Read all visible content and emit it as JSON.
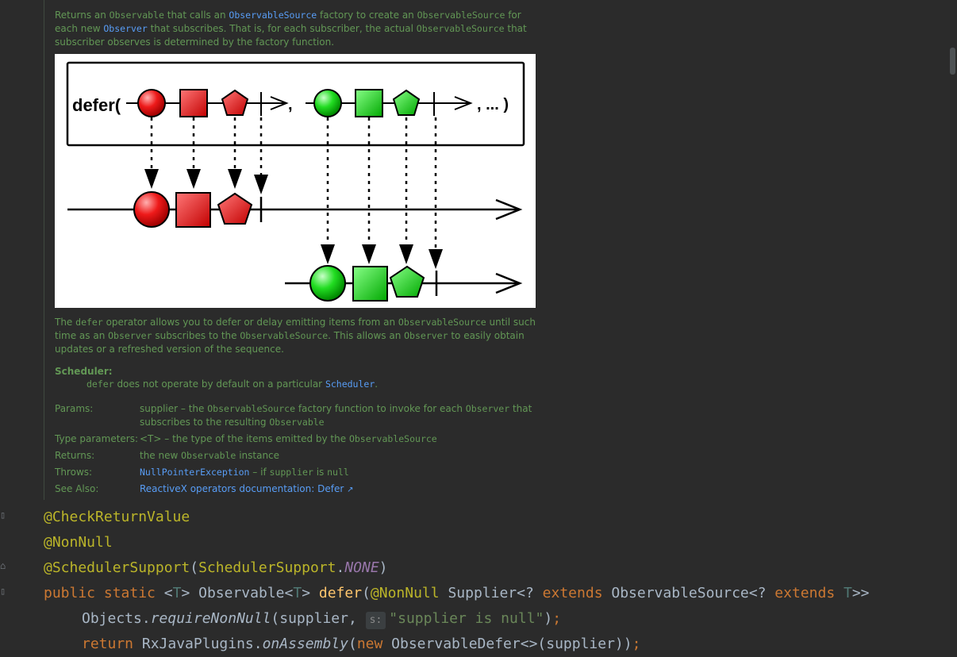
{
  "doc": {
    "p1": {
      "t1": "Returns an ",
      "c1": "Observable",
      "t2": " that calls an ",
      "l1": "ObservableSource",
      "t3": " factory to create an ",
      "c2": "ObservableSource",
      "t4": " for each new ",
      "l2": "Observer",
      "t5": " that subscribes. That is, for each subscriber, the actual ",
      "c3": "ObservableSource",
      "t6": " that subscriber observes is determined by the factory function."
    },
    "diagram": {
      "defer_label": "defer(",
      "comma": ",",
      "ellipsis": ", ... )"
    },
    "p2": {
      "t1": "The ",
      "c1": "defer",
      "t2": " operator allows you to defer or delay emitting items from an ",
      "c2": "ObservableSource",
      "t3": " until such time as an ",
      "c3": "Observer",
      "t4": " subscribes to the ",
      "c4": "ObservableSource",
      "t5": ". This allows an ",
      "c5": "Observer",
      "t6": " to easily obtain updates or a refreshed version of the sequence."
    },
    "scheduler": {
      "title": "Scheduler:",
      "c1": "defer",
      "t1": " does not operate by default on a particular ",
      "l1": "Scheduler",
      "t2": "."
    },
    "fields": {
      "params_label": "Params:",
      "params_t1": "supplier – the ",
      "params_c1": "ObservableSource",
      "params_t2": " factory function to invoke for each ",
      "params_c2": "Observer",
      "params_t3": " that subscribes to the resulting ",
      "params_c3": "Observable",
      "type_label": "Type parameters:",
      "type_t1": "<T> – the type of the items emitted by the ",
      "type_c1": "ObservableSource",
      "returns_label": "Returns:",
      "returns_t1": "the new ",
      "returns_c1": "Observable",
      "returns_t2": " instance",
      "throws_label": "Throws:",
      "throws_l1": "NullPointerException",
      "throws_t1": " – if ",
      "throws_c1": "supplier",
      "throws_t2": " is ",
      "throws_c2": "null",
      "see_label": "See Also:",
      "see_l1": "ReactiveX operators documentation: Defer",
      "see_arrow": "↗"
    }
  },
  "code": {
    "l1": "@CheckReturnValue",
    "l2": "@NonNull",
    "l3_a": "@SchedulerSupport",
    "l3_b": "(",
    "l3_c": "SchedulerSupport",
    "l3_d": ".",
    "l3_e": "NONE",
    "l3_f": ")",
    "l4_public": "public",
    "l4_static": "static",
    "l4_lt": "<",
    "l4_T": "T",
    "l4_gt": ">",
    "l4_obs": "Observable<",
    "l4_T2": "T",
    "l4_gt2": ">",
    "l4_defer": "defer",
    "l4_paren": "(",
    "l4_ann": "@NonNull",
    "l4_supplier": "Supplier<?",
    "l4_ext1": "extends",
    "l4_obssrc": "ObservableSource<?",
    "l4_ext2": "extends",
    "l4_T3": "T",
    "l4_end": ">>",
    "l5_a": "Objects.",
    "l5_b": "requireNonNull",
    "l5_c": "(supplier,",
    "l5_hint": "s:",
    "l5_str": "\"supplier is null\"",
    "l5_d": ")",
    "l5_semi": ";",
    "l6_return": "return",
    "l6_a": "RxJavaPlugins.",
    "l6_b": "onAssembly",
    "l6_c": "(",
    "l6_new": "new",
    "l6_d": "ObservableDefer<>(supplier))",
    "l6_semi": ";"
  },
  "colors": {
    "background": "#2b2b2b",
    "doc_text": "#629755",
    "link": "#589df6",
    "annotation": "#bbb529",
    "keyword": "#cc7832",
    "type_param": "#507874",
    "static_field": "#9876aa",
    "string": "#6a8759"
  }
}
